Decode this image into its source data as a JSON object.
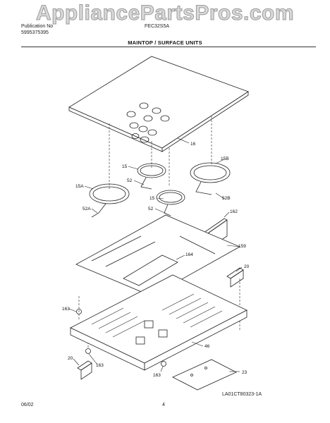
{
  "watermark": "AppliancePartsPros.com",
  "header": {
    "publication_label": "Publication No",
    "publication_no": "5995375395",
    "model": "FEC32S5A",
    "section_title": "MAINTOP / SURFACE UNITS"
  },
  "callouts": {
    "c16": "16",
    "c15": "15",
    "c15b": "15B",
    "c52": "52",
    "c15a": "15A",
    "c52b": "52B",
    "c52_2": "52",
    "c15_2": "15",
    "c52a": "52A",
    "c162": "162",
    "c164": "164",
    "c159": "159",
    "c20": "20",
    "c163": "163",
    "c46": "46",
    "c20_2": "20",
    "c163_2": "163",
    "c163_3": "163",
    "c23": "23"
  },
  "footer": {
    "date": "06/02",
    "page": "4",
    "drawing_id": "LA01CT80323-1A"
  }
}
